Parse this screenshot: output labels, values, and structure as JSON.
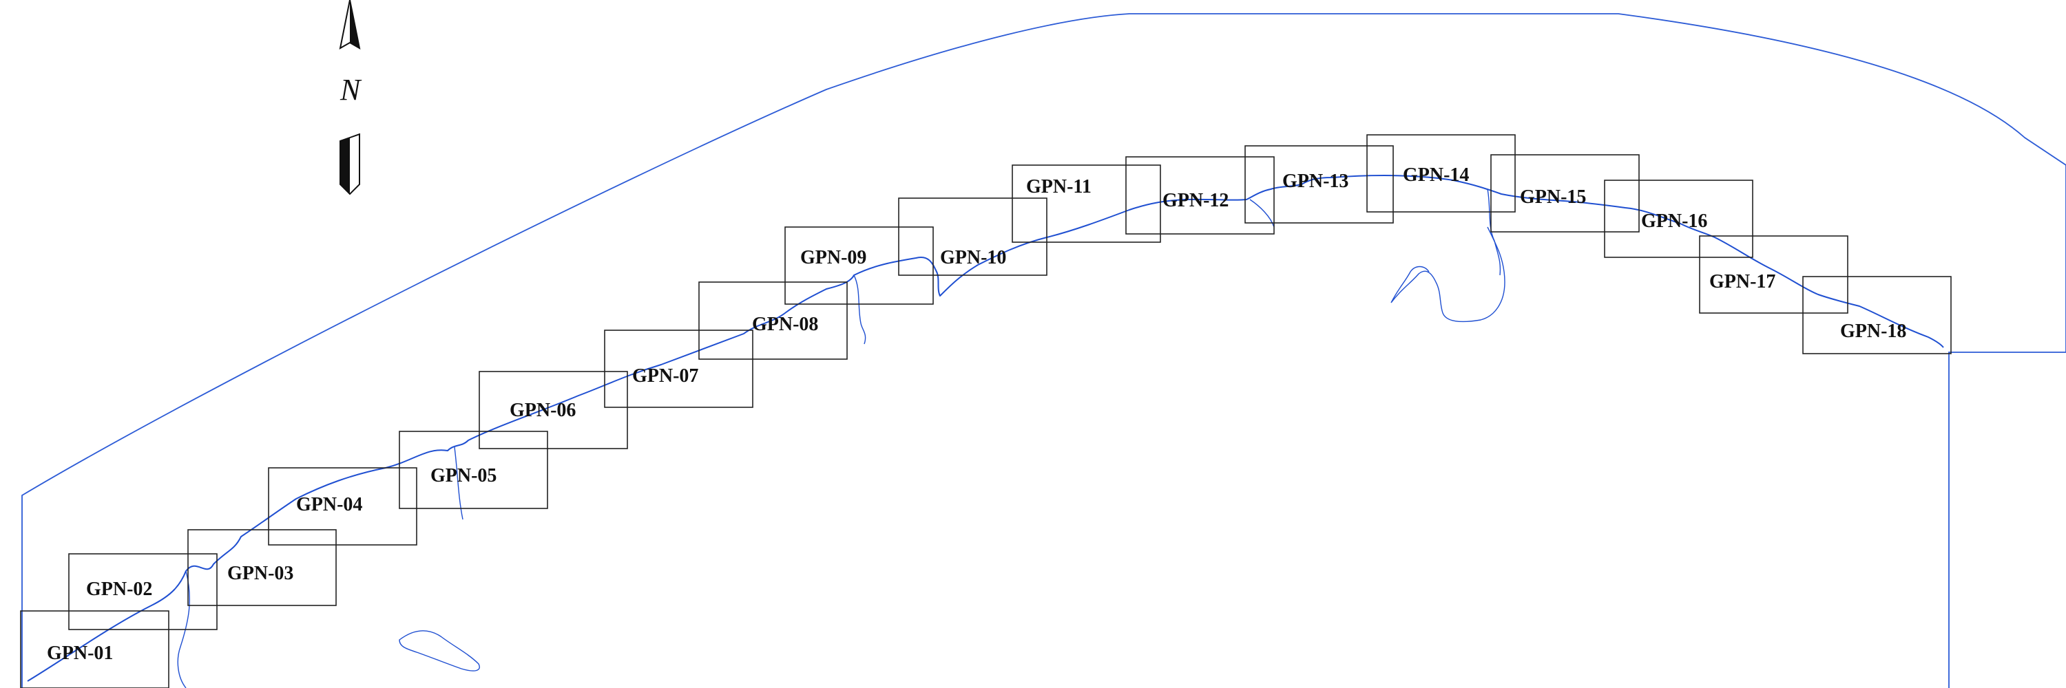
{
  "map": {
    "north_label": "N",
    "sheets": [
      {
        "id": "GPN-01",
        "label": "GPN-01"
      },
      {
        "id": "GPN-02",
        "label": "GPN-02"
      },
      {
        "id": "GPN-03",
        "label": "GPN-03"
      },
      {
        "id": "GPN-04",
        "label": "GPN-04"
      },
      {
        "id": "GPN-05",
        "label": "GPN-05"
      },
      {
        "id": "GPN-06",
        "label": "GPN-06"
      },
      {
        "id": "GPN-07",
        "label": "GPN-07"
      },
      {
        "id": "GPN-08",
        "label": "GPN-08"
      },
      {
        "id": "GPN-09",
        "label": "GPN-09"
      },
      {
        "id": "GPN-10",
        "label": "GPN-10"
      },
      {
        "id": "GPN-11",
        "label": "GPN-11"
      },
      {
        "id": "GPN-12",
        "label": "GPN-12"
      },
      {
        "id": "GPN-13",
        "label": "GPN-13"
      },
      {
        "id": "GPN-14",
        "label": "GPN-14"
      },
      {
        "id": "GPN-15",
        "label": "GPN-15"
      },
      {
        "id": "GPN-16",
        "label": "GPN-16"
      },
      {
        "id": "GPN-17",
        "label": "GPN-17"
      },
      {
        "id": "GPN-18",
        "label": "GPN-18"
      }
    ],
    "colors": {
      "coastline": "#1f4fd1",
      "boundary": "#2c5bd6",
      "sheet_frame": "#222222"
    }
  }
}
